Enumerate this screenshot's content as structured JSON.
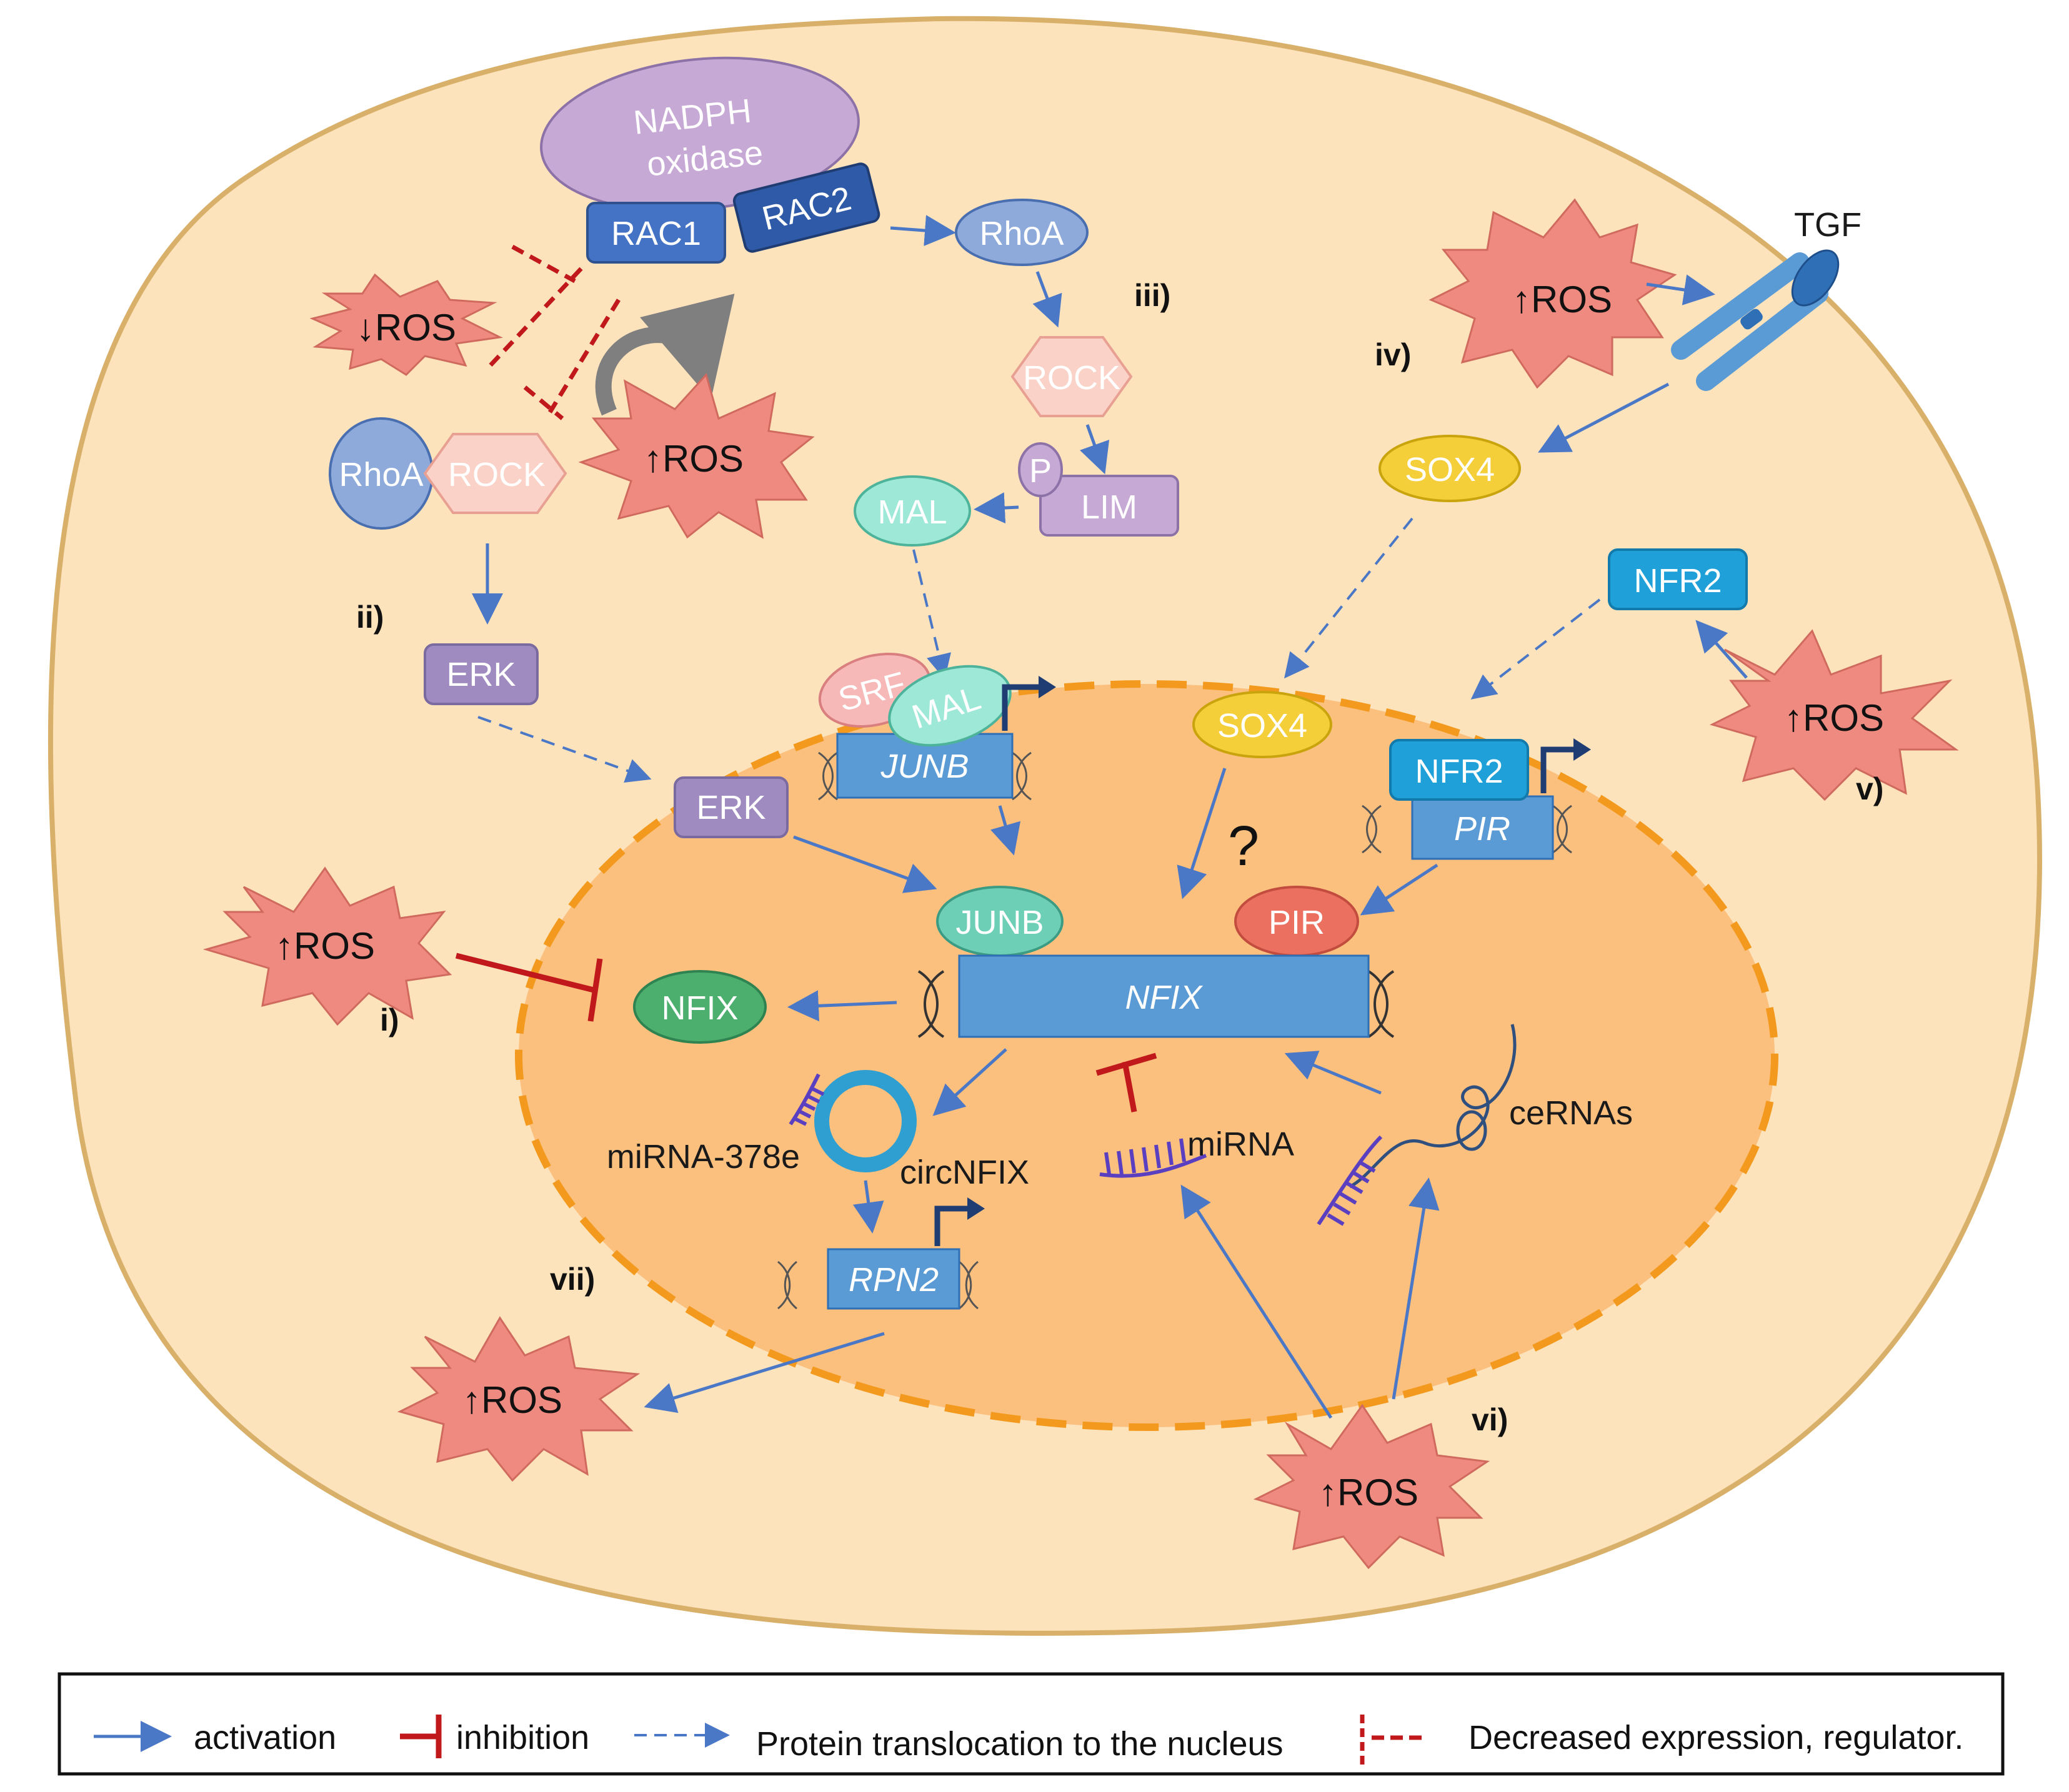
{
  "labels": {
    "nadph_line1": "NADPH",
    "nadph_line2": "oxidase",
    "rac1": "RAC1",
    "rac2": "RAC2",
    "rhoa": "RhoA",
    "rock": "ROCK",
    "lim": "LIM",
    "p": "P",
    "mal": "MAL",
    "srf": "SRF",
    "junb": "JUNB",
    "erk": "ERK",
    "nfix": "NFIX",
    "sox4": "SOX4",
    "nfr2": "NFR2",
    "pir": "PIR",
    "rpn2": "RPN2",
    "tgf": "TGF",
    "mirna_378e": "miRNA-378e",
    "circnfix": "circNFIX",
    "mirna": "miRNA",
    "cernas": "ceRNAs",
    "question": "?",
    "ros_up": "↑ROS",
    "ros_down": "↓ROS"
  },
  "pathways": {
    "i": "i)",
    "ii": "ii)",
    "iii": "iii)",
    "iv": "iv)",
    "v": "v)",
    "vi": "vi)",
    "vii": "vii)"
  },
  "legend": {
    "activation": "activation",
    "inhibition": "inhibition",
    "translocation": "Protein translocation to the nucleus",
    "decreased": "Decreased expression, regulator."
  },
  "colors": {
    "cytoplasm": "#fde3bb",
    "cell_border": "#d9b06a",
    "nucleus": "#fbbf7e",
    "nucleus_border": "#f39a1e",
    "activation_arrow": "#4a78c6",
    "inhibition": "#c0181b",
    "ros_burst": "#ef8a80",
    "gene_box": "#5b9bd5"
  }
}
